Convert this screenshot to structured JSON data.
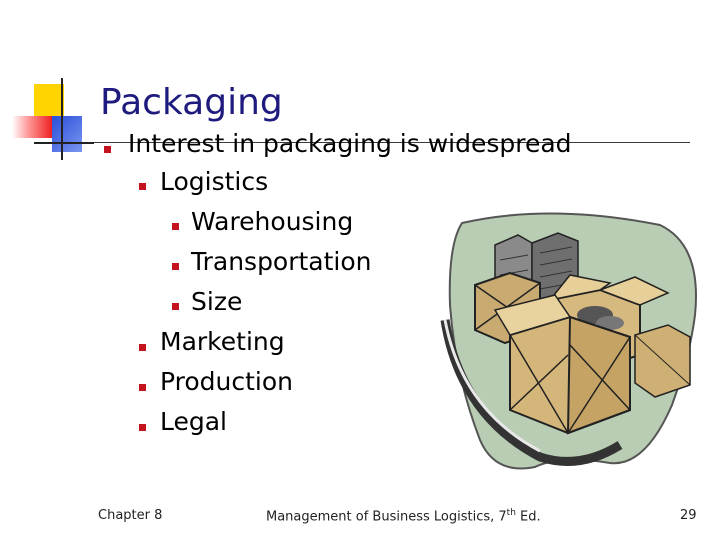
{
  "slide": {
    "title": "Packaging",
    "bullets": [
      {
        "text": "Interest in packaging is widespread",
        "level": 1
      },
      {
        "text": "Logistics",
        "level": 2
      },
      {
        "text": "Warehousing",
        "level": 3
      },
      {
        "text": "Transportation",
        "level": 3
      },
      {
        "text": "Size",
        "level": 3
      },
      {
        "text": "Marketing",
        "level": 2
      },
      {
        "text": "Production",
        "level": 2
      },
      {
        "text": "Legal",
        "level": 2
      }
    ]
  },
  "footer": {
    "left": "Chapter 8",
    "center_main": "Management of Business Logistics, 7",
    "center_sup": "th",
    "center_tail": " Ed.",
    "page_number": "29"
  },
  "colors": {
    "title": "#1f1b7e",
    "bullet_marker": "#c4121e",
    "logo_yellow": "#ffd400",
    "logo_red": "#ee2222",
    "logo_blue": "#2a4fd8"
  },
  "icons": {
    "clip_art": "cargo-boxes-illustration"
  }
}
